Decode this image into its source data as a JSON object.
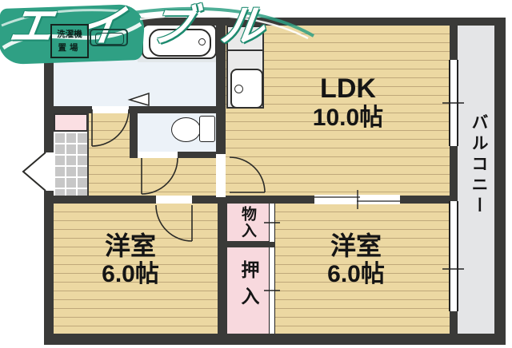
{
  "logo": {
    "brand": "エイブル",
    "laundry_label_line1": "洗濯機",
    "laundry_label_line2": "置場"
  },
  "rooms": {
    "ldk": {
      "name": "LDK",
      "size": "10.0帖"
    },
    "bedroom_left": {
      "name": "洋室",
      "size": "6.0帖"
    },
    "bedroom_right": {
      "name": "洋室",
      "size": "6.0帖"
    },
    "storage": {
      "name": "物入"
    },
    "closet": {
      "name": "押入"
    },
    "balcony": {
      "name": "バルコニー"
    }
  },
  "colors": {
    "wall": "#3a3a38",
    "wood_floor": "#ecd8a2",
    "wood_stripe": "#bfa87a",
    "closet_pink": "#f8d9de",
    "wet_area_blue": "#ecf2f8",
    "balcony_gray": "#e4e5e7",
    "entry_tile_gray": "#c7c7c7",
    "brand_green": "#2fa084"
  }
}
